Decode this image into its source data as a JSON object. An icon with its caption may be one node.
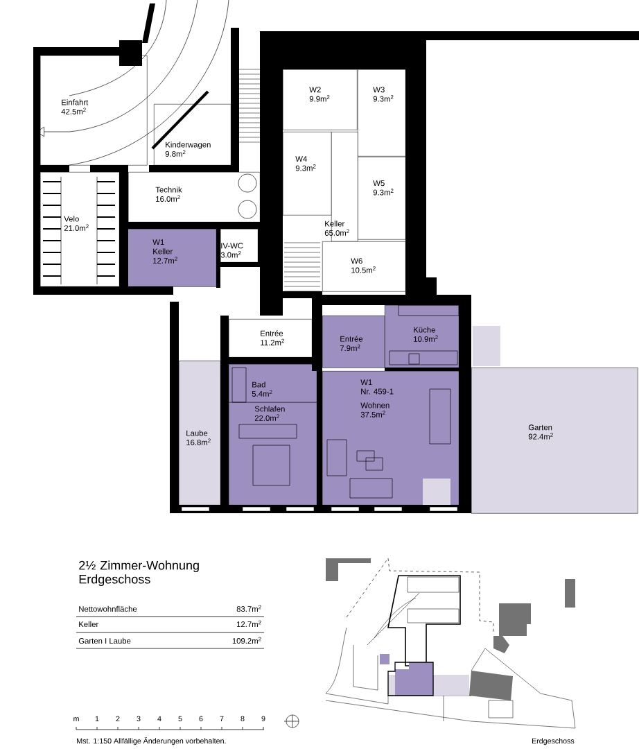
{
  "diagram": {
    "title": "2½ Zimmer-Wohnung Erdgeschoss",
    "nodes": [
      {
        "text": [
          "Einfahrt",
          "42.5m$^{2}$"
        ]
      },
      {
        "text": [
          "Kinderwagen",
          "9.8m$^{2}$"
        ]
      },
      {
        "text": [
          "Velo",
          "21.0m$^{2}$"
        ]
      },
      {
        "text": [
          "Technik",
          "16.0m$^{2}$"
        ]
      },
      {
        "text": [
          "W1",
          "Keller",
          "12.7m$^{2}$"
        ]
      },
      {
        "text": [
          "IV-WC",
          "3.0m$^{2}$"
        ]
      },
      {
        "text": [
          "W2",
          "9.9m$^{2}$"
        ]
      },
      {
        "text": [
          "W3",
          "9.3m$^{2}$"
        ]
      },
      {
        "text": [
          "W4",
          "9.3m$^{2}$"
        ]
      },
      {
        "text": [
          "W5",
          "9.3m$^{2}$"
        ]
      },
      {
        "text": [
          "Keller",
          "65.0m$^{2}$"
        ]
      },
      {
        "text": [
          "W6",
          "10.5m$^{2}$"
        ]
      },
      {
        "text": [
          "Entrée",
          "11.2m$^{2}$"
        ]
      },
      {
        "text": [
          "Laube",
          "16.8m$^{2}$"
        ]
      },
      {
        "text": [
          "Entrée",
          "7.9m$^{2}$"
        ]
      },
      {
        "text": [
          "Küche",
          "10.9m$^{2}$"
        ]
      },
      {
        "text": [
          "Bad",
          "5.4m$^{2}$"
        ]
      },
      {
        "text": [
          "Schlafen",
          "22.0m$^{2}$"
        ]
      },
      {
        "text": [
          "W1",
          "Nr. 459-1",
          "Wohnen",
          "37.5m$^{2}$"
        ]
      },
      {
        "text": [
          "Garten",
          "92.4m$^{2}$"
        ]
      }
    ],
    "labels": [
      "Nettowohnfläche",
      "83.7m$^{2}$",
      "Keller",
      "12.7m$^{2}$",
      "Garten I Laube",
      "109.2m$^{2}$",
      "m",
      "1",
      "2",
      "3",
      "4",
      "5",
      "6",
      "7",
      "8",
      "9",
      "Mst. 1:150 Allfällige Änderungen vorbehalten.",
      "Erdgeschoss"
    ]
  }
}
